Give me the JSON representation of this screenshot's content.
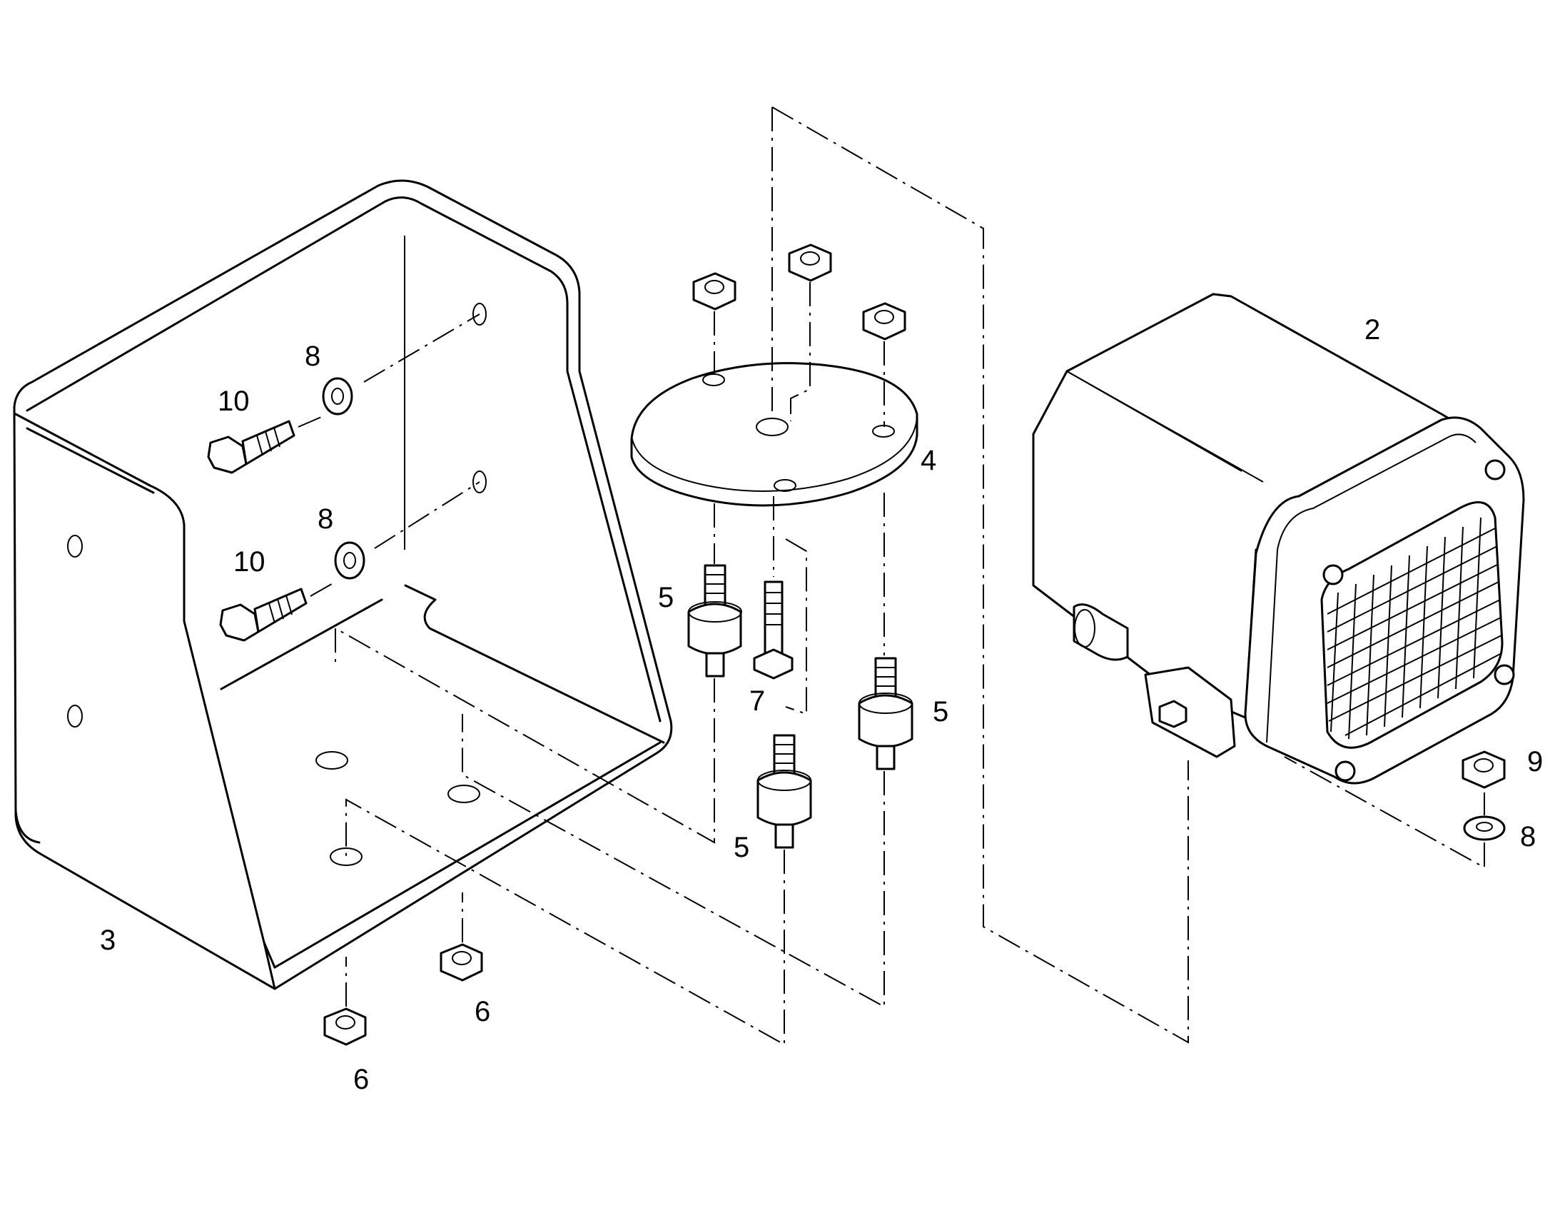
{
  "callouts": {
    "c2": "2",
    "c3": "3",
    "c4": "4",
    "c5a": "5",
    "c5b": "5",
    "c5c": "5",
    "c6a": "6",
    "c6b": "6",
    "c7": "7",
    "c8a": "8",
    "c8b": "8",
    "c8c": "8",
    "c9": "9",
    "c10a": "10",
    "c10b": "10"
  }
}
